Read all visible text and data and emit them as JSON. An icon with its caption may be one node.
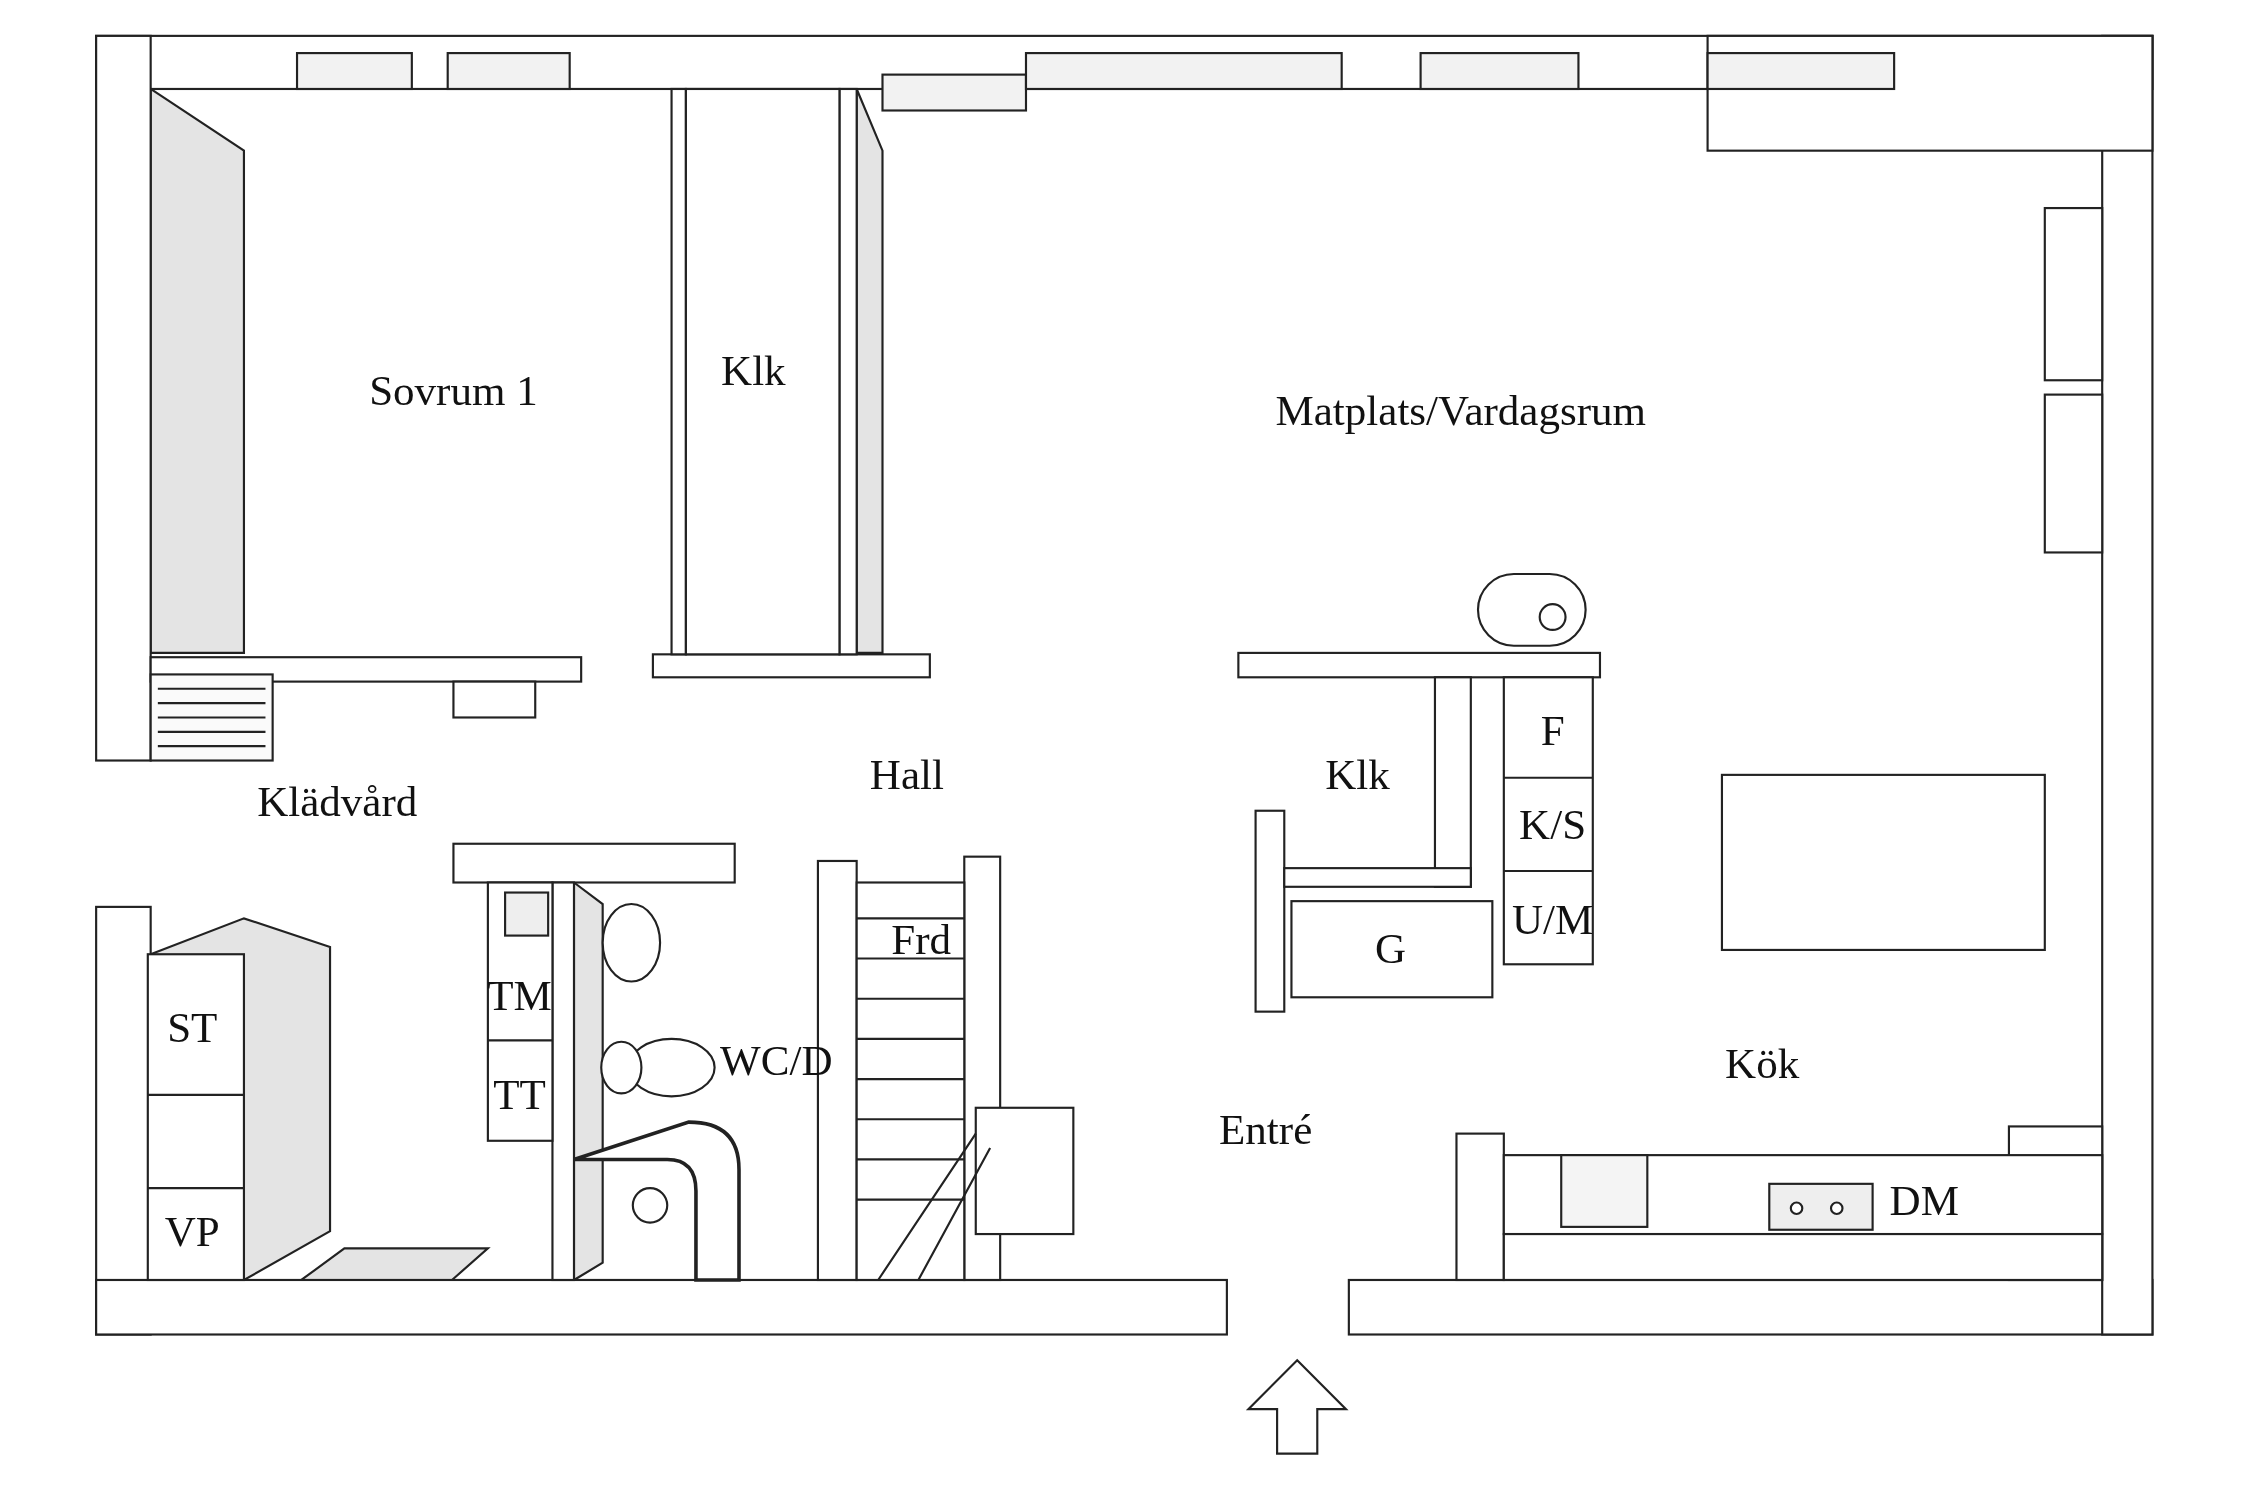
{
  "diagram": {
    "labels": [
      "Sovrum 1",
      "Klk",
      "Matplats/Vardagsrum",
      "F",
      "Klädvård",
      "Hall",
      "Klk",
      "K/S",
      "U/M",
      "Frd",
      "G",
      "ST",
      "TM",
      "WC/D",
      "Kök",
      "TT",
      "Entré",
      "DM",
      "VP"
    ]
  }
}
